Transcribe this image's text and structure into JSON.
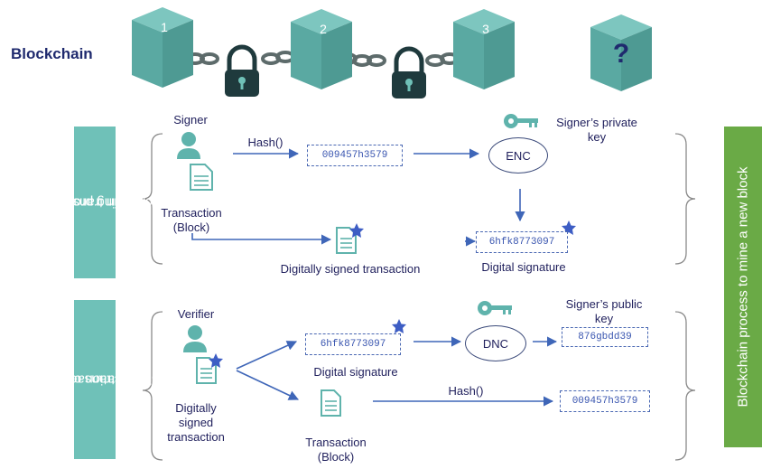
{
  "title": "Blockchain",
  "blocks": [
    "1",
    "2",
    "3",
    "?"
  ],
  "sections": {
    "signing": {
      "band_line1": "Signing process of",
      "band_line2": "blockchain transaction",
      "signer": "Signer",
      "transaction_line1": "Transaction",
      "transaction_line2": "(Block)",
      "hash_label": "Hash()",
      "hash_value": "009457h3579",
      "enc": "ENC",
      "private_key_line1": "Signer’s private",
      "private_key_line2": "key",
      "signature_value": "6hfk8773097",
      "signature_label": "Digital signature",
      "signed_transaction": "Digitally signed transaction"
    },
    "verification": {
      "band_line1": "Verification of digitally",
      "band_line2": "signed transaction",
      "verifier": "Verifier",
      "signed_line1": "Digitally",
      "signed_line2": "signed",
      "signed_line3": "transaction",
      "signature_value": "6hfk8773097",
      "signature_label": "Digital signature",
      "dnc": "DNC",
      "public_key_line1": "Signer’s public",
      "public_key_line2": "key",
      "decrypted_value": "876gbdd39",
      "transaction_line1": "Transaction",
      "transaction_line2": "(Block)",
      "hash_label": "Hash()",
      "hash_value": "009457h3579"
    }
  },
  "right_band": "Blockchain process to mine a new block",
  "colors": {
    "cube": "#5fb3ac",
    "teal": "#6fc1b8",
    "green": "#6aaa46",
    "arrow": "#3f66b8",
    "star": "#3d5dc4",
    "lock": "#1f3a3d"
  }
}
